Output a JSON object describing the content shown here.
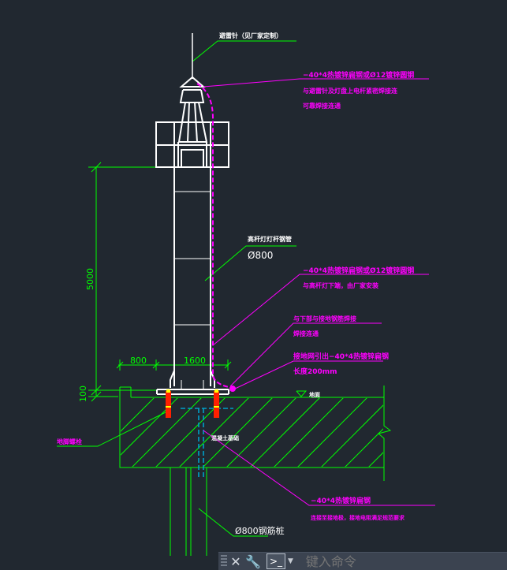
{
  "labels": {
    "top_callout": "避雷针（见厂家定制）",
    "callout1_l1": "−40*4热镀锌扁钢或Ø12镀锌圆钢",
    "callout1_l2": "与避雷针及灯盘上电杆紧密焊接连",
    "callout1_l3": "可靠焊接连通",
    "pole_note": "高杆灯灯杆钢管",
    "pole_dia": "Ø800",
    "callout2_l1": "−40*4热镀锌扁钢或Ø12镀锌圆钢",
    "callout2_l2": "与高杆灯下端，由厂家安装",
    "callout3_l1": "与下部与接地钢筋焊接",
    "callout3_l2": "焊接连通",
    "callout4_l1": "接地网引出−40*4热镀锌扁钢",
    "callout4_l2": "长度200mm",
    "dim_800": "800",
    "dim_1600": "1600",
    "dim_5000": "5000",
    "dim_100": "100",
    "ground_mark": "地面",
    "left_note": "地脚螺栓",
    "conc_note": "混凝土基础",
    "bottom_l1": "−40*4热镀锌扁钢",
    "bottom_l2": "连接至接地极，接地电阻满足规范要求",
    "pile_note": "Ø800钢筋桩"
  },
  "colors": {
    "background": "#212830",
    "structure": "#ffffff",
    "dimension": "#00ff00",
    "ground_wire": "#ff00ff",
    "rebar": "#00a0c8",
    "bolt": "#ff2000"
  },
  "commandbar": {
    "close_icon": "close-icon",
    "settings_icon": "wrench-icon",
    "placeholder": "键入命令"
  }
}
